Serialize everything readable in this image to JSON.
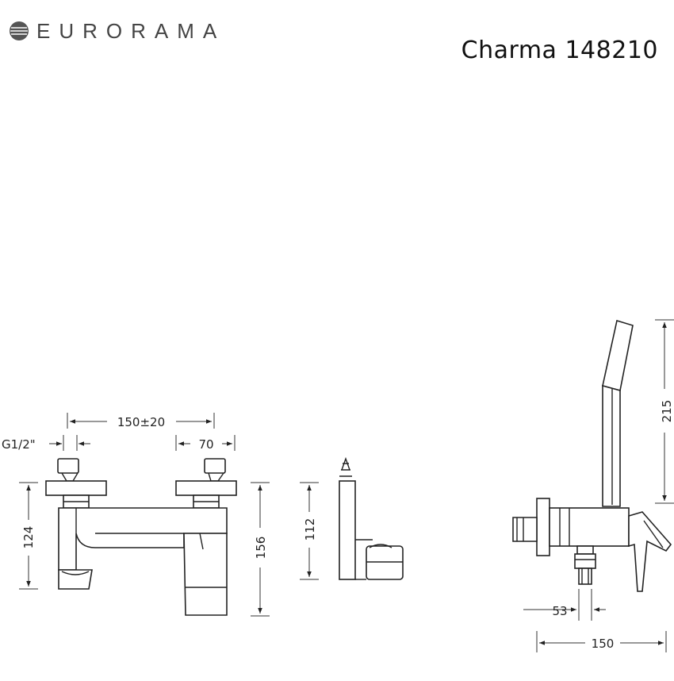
{
  "brand": {
    "logo_text": "EURORAMA",
    "logo_icon": "eurorama-globe-logo-icon"
  },
  "model": {
    "title": "Charma 148210"
  },
  "dimensions": {
    "front_width": "150±20",
    "thread": "G1/2\"",
    "inlet_offset": "70",
    "height_left": "124",
    "height_right": "156",
    "side_height": "112",
    "handshower_height": "215",
    "depth_small": "53",
    "depth_total": "150"
  },
  "colors": {
    "line": "#222222",
    "logo": "#444444"
  }
}
